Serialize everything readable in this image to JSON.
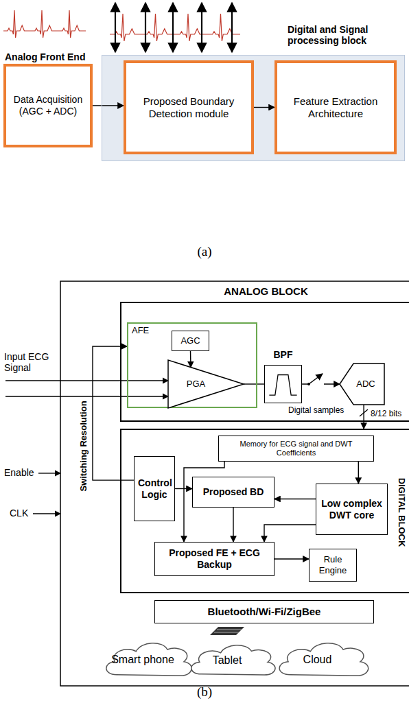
{
  "diagram": {
    "nodes": [
      {
        "text": [
          "Analog Front End",
          "Data Acquisition (AGC + ADC)"
        ]
      },
      {
        "text": [
          "Digital and Signal processing block"
        ]
      },
      {
        "text": [
          "Proposed Boundary Detection module"
        ],
        "in": 1
      },
      {
        "text": [
          "Feature Extraction Architecture"
        ],
        "in": 1
      },
      {
        "text": [
          "ANALOG BLOCK"
        ]
      },
      {
        "text": [
          "AFE"
        ],
        "in": 4
      },
      {
        "text": [
          "AGC"
        ],
        "in": 5
      },
      {
        "text": [
          "PGA"
        ],
        "in": 5
      },
      {
        "text": [
          "BPF"
        ],
        "in": 4
      },
      {
        "text": [
          "ADC"
        ],
        "in": 4
      },
      {
        "text": [
          "DIGITAL BLOCK"
        ]
      },
      {
        "text": [
          "Control Logic"
        ],
        "in": 10
      },
      {
        "text": [
          "Memory for ECG signal and DWT Coefficients"
        ],
        "in": 10
      },
      {
        "text": [
          "Proposed BD"
        ],
        "in": 10
      },
      {
        "text": [
          "Low complex DWT core"
        ],
        "in": 10
      },
      {
        "text": [
          "Proposed FE + ECG Backup"
        ],
        "in": 10
      },
      {
        "text": [
          "Rule Engine"
        ],
        "in": 10
      },
      {
        "text": [
          "Bluetooth/Wi-Fi/ZigBee"
        ]
      },
      {
        "text": [
          "Smart phone"
        ]
      },
      {
        "text": [
          "Tablet"
        ]
      },
      {
        "text": [
          "Cloud"
        ]
      }
    ],
    "edges": [
      {
        "from": 0,
        "to": 2,
        "arrow": "to"
      },
      {
        "from": 2,
        "to": 3,
        "arrow": "to"
      },
      {
        "from": 6,
        "to": 7,
        "arrow": "to"
      },
      {
        "from": 7,
        "to": 8,
        "arrow": "none"
      },
      {
        "from": 8,
        "to": 9,
        "arrow": "to"
      },
      {
        "from": 9,
        "to": 10,
        "arrow": "to"
      },
      {
        "from": 12,
        "to": 14,
        "arrow": "to"
      },
      {
        "from": 14,
        "to": 13,
        "arrow": "to"
      },
      {
        "from": 11,
        "to": 13,
        "arrow": "to"
      },
      {
        "from": 12,
        "to": 15,
        "arrow": "to"
      },
      {
        "from": 14,
        "to": 15,
        "arrow": "to"
      },
      {
        "from": 13,
        "to": 15,
        "arrow": "to"
      },
      {
        "from": 15,
        "to": 16,
        "arrow": "to"
      },
      {
        "from": 11,
        "to": 5,
        "arrow": "to",
        "label": "Switching Resolution"
      }
    ],
    "labels": [
      "(a)",
      "Input ECG Signal",
      "Digital samples",
      "8/12 bits",
      "Enable",
      "CLK",
      "(b)"
    ]
  }
}
